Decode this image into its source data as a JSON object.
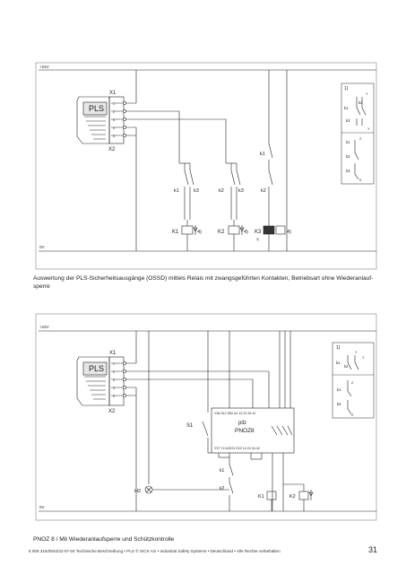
{
  "diagram1": {
    "supply_top": "+24V",
    "supply_bottom": "0V",
    "scanner_label": "PLS",
    "connector_top": "X1",
    "connector_bottom": "X2",
    "pin_labels": [
      "1",
      "2",
      "3",
      "4",
      "5"
    ],
    "contact_k1": "k1",
    "contact_k3": "k3",
    "contact_k2": "k2",
    "relay_K1": "K1",
    "relay_K2": "K2",
    "relay_K3": "K3",
    "footnote_4": "4)",
    "footnote_2": "2)",
    "inset": {
      "note": "1)",
      "labels": [
        "k1",
        "k2",
        "k3",
        "k1",
        "k2",
        "k3"
      ],
      "y_marks": [
        "Y",
        "Y",
        "Z",
        "Z"
      ]
    }
  },
  "caption1": "Auswertung der PLS-Sicherheitsausgänge (OSSD) mittels Relais mit zwangsgeführten Kontakten, Betriebsart ohne Wiederanlauf-sperre",
  "diagram2": {
    "supply_top": "+24V",
    "supply_bottom": "0V",
    "scanner_label": "PLS",
    "connector_top": "X1",
    "connector_bottom": "X2",
    "pin_labels": [
      "1",
      "2",
      "3",
      "4",
      "5"
    ],
    "switch_s1": "S1",
    "lamp_h2": "H2",
    "pnoz_name": "pilz",
    "pnoz_model": "PNOZ8",
    "pnoz_top_terminals": "Y38 S12   S52   A1   13 23 33 41",
    "pnoz_bottom_terminals": "Y37  Y2   A2S21  S22  14 24 34 42",
    "contact_k1": "k1",
    "contact_k2": "k2",
    "relay_K1": "K1",
    "relay_K2": "K2",
    "inset": {
      "note": "1)",
      "labels": [
        "k1",
        "k2",
        "k1",
        "k2"
      ],
      "y_marks": [
        "Y",
        "Y",
        "Z",
        "Z"
      ]
    }
  },
  "caption2": "PNOZ 8 / Mit Wiederanlaufsperre und Schützkontrolle",
  "footer": "8 008 315/0934/22-07-04  Technische Beschreibung  •  PLS © SICK AG  •  Industrial Safety Systems  •  Deutschland  •  Alle Rechte vorbehalten",
  "page_number": "31"
}
